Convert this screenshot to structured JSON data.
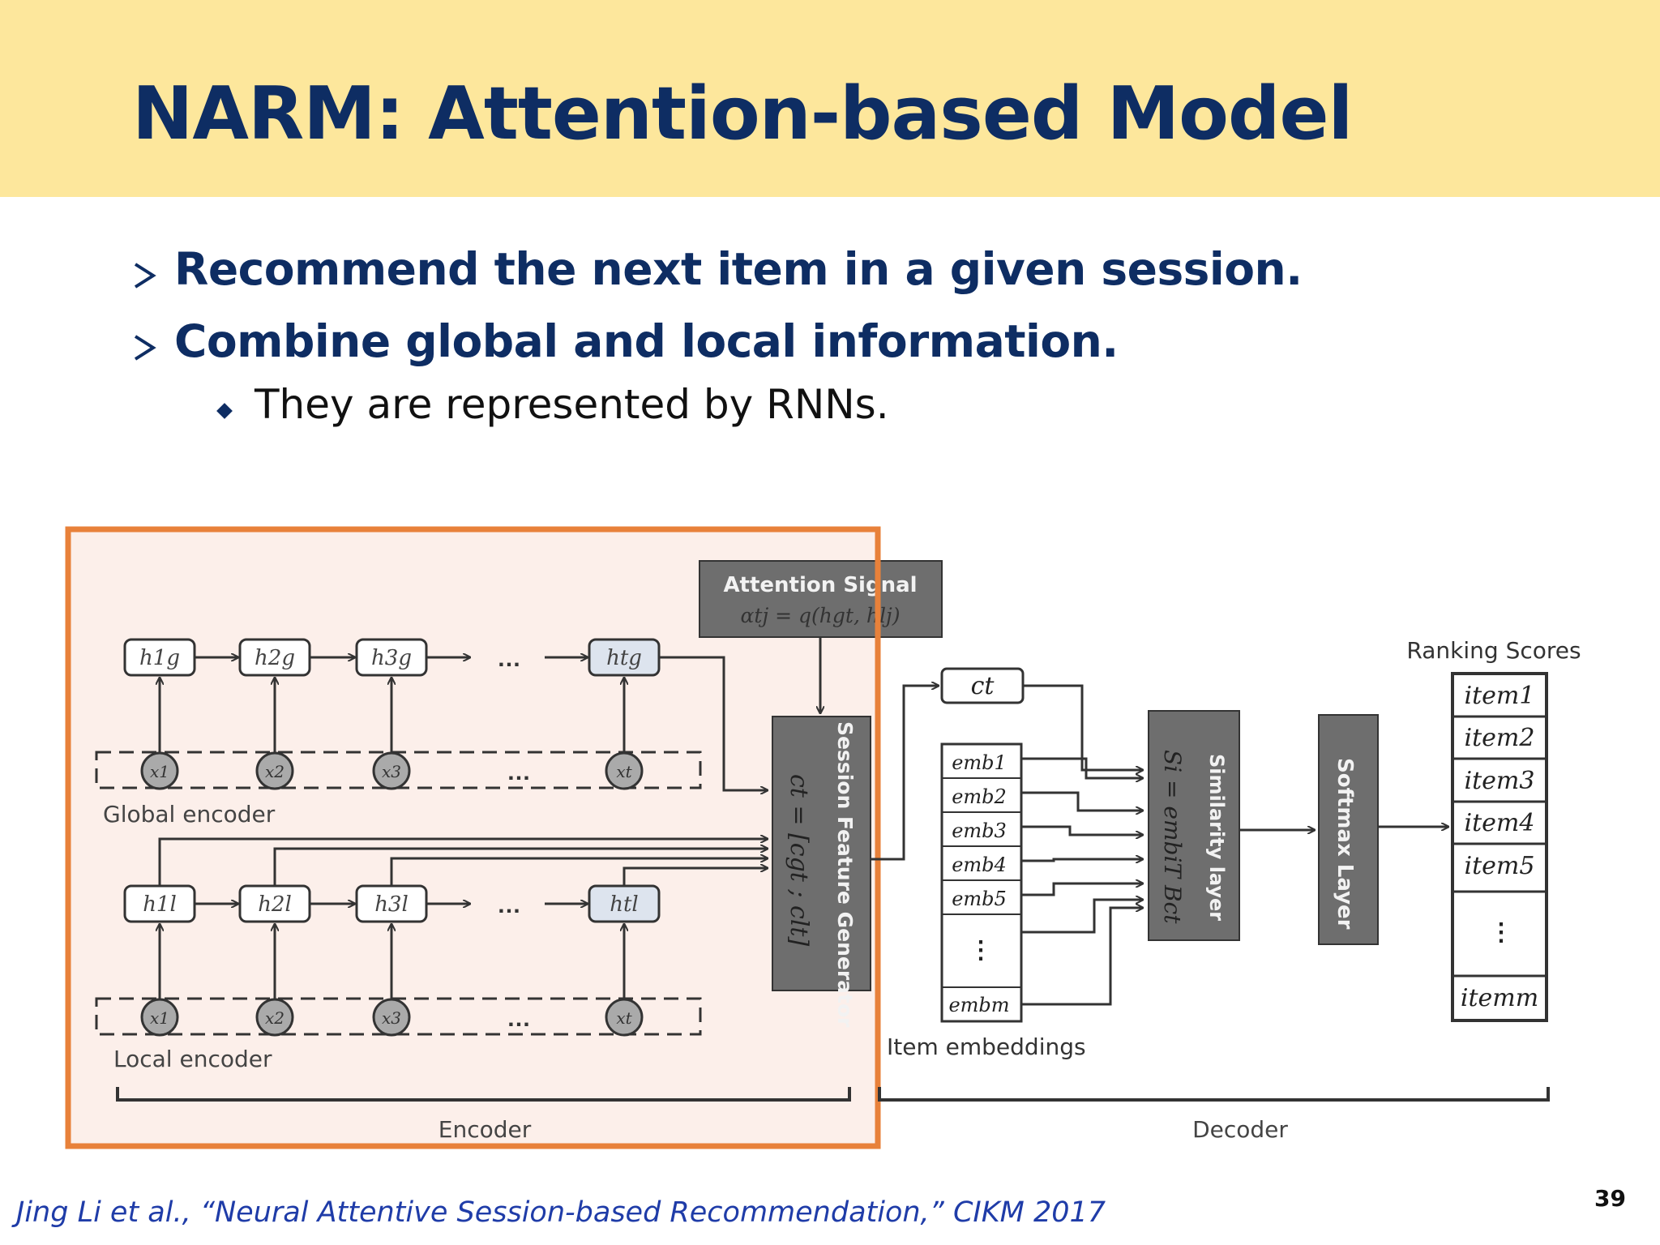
{
  "slide": {
    "title": "NARM: Attention-based Model",
    "bullets": [
      "Recommend the next item in a given session.",
      "Combine global and local information."
    ],
    "sub_bullet": "They are represented by RNNs.",
    "citation": "Jing Li et al., “Neural Attentive Session-based Recommendation,” CIKM 2017",
    "page_number": "39"
  },
  "diagram": {
    "attention_title": "Attention Signal",
    "attention_formula": "αtj = q(hgt, hlj)",
    "global_encoder_label": "Global encoder",
    "local_encoder_label": "Local encoder",
    "global_hidden": [
      "h1g",
      "h2g",
      "h3g",
      "htg"
    ],
    "local_hidden": [
      "h1l",
      "h2l",
      "h3l",
      "htl"
    ],
    "inputs": [
      "x1",
      "x2",
      "x3",
      "xt"
    ],
    "ellipsis": "…",
    "session_generator_label": "Session Feature Generator",
    "session_formula": "ct = [cgt ; clt]",
    "ct_label": "ct",
    "embeddings": [
      "emb1",
      "emb2",
      "emb3",
      "emb4",
      "emb5",
      "⋮",
      "embm"
    ],
    "item_embeddings_label": "Item embeddings",
    "similarity_label": "Similarity layer",
    "similarity_formula": "Si = embiT Bct",
    "softmax_label": "Softmax Layer",
    "ranking_label": "Ranking Scores",
    "items": [
      "item1",
      "item2",
      "item3",
      "item4",
      "item5",
      "⋮",
      "itemm"
    ],
    "encoder_label": "Encoder",
    "decoder_label": "Decoder"
  },
  "colors": {
    "header_bg": "#fde79c",
    "title_color": "#0e2d63",
    "highlight_border": "#e8813a",
    "highlight_fill": "#fcefea",
    "dark_box": "#6e6e6e",
    "citation_color": "#1f3ca8"
  }
}
